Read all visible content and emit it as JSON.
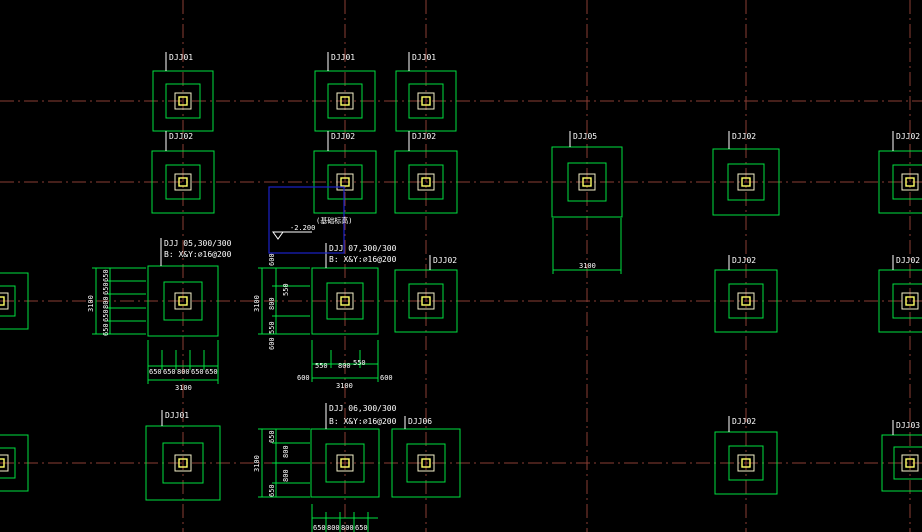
{
  "colors": {
    "background": "#000000",
    "grid": "#8a3e34",
    "outline": "#00e040",
    "column": "#f4f0c8",
    "core": "#ffff66",
    "text": "#ffffff",
    "selection": "#1a22c8"
  },
  "footings": [
    {
      "id": "f1",
      "label": "DJJ01"
    },
    {
      "id": "f2",
      "label": "DJJ01"
    },
    {
      "id": "f3",
      "label": "DJJ01"
    },
    {
      "id": "f4",
      "label": "DJJ02"
    },
    {
      "id": "f5",
      "label": "DJJ02"
    },
    {
      "id": "f6",
      "label": "DJJ02"
    },
    {
      "id": "f7",
      "label": "DJJ05"
    },
    {
      "id": "f8",
      "label": "DJJ02"
    },
    {
      "id": "f9",
      "label": "DJJ02"
    },
    {
      "id": "f10",
      "label": "DJJ 05,300/300"
    },
    {
      "id": "f11",
      "label": "DJJ 07,300/300"
    },
    {
      "id": "f12",
      "label": "DJJ02"
    },
    {
      "id": "f13",
      "label": "DJJ02"
    },
    {
      "id": "f14",
      "label": "DJJ02"
    },
    {
      "id": "f15",
      "label": "DJJ01"
    },
    {
      "id": "f16",
      "label": "DJJ 06,300/300"
    },
    {
      "id": "f17",
      "label": "DJJ06"
    },
    {
      "id": "f18",
      "label": "DJJ02"
    },
    {
      "id": "f19",
      "label": "DJJ03"
    }
  ],
  "reinforcement_notes": [
    "B: X&Y:⌀16@200",
    "B: X&Y:⌀16@200",
    "B: X&Y:⌀16@200"
  ],
  "selection_note": {
    "elevation": "-2.200",
    "caption": "(基础标高)"
  },
  "dimensions": {
    "d3100_a": "3100",
    "d3100_b": "3100",
    "d3100_c": "3100",
    "d3100_d": "3100",
    "d3100_e": "3100",
    "d3100_f": "3100",
    "d650": "650",
    "d800": "800",
    "d550": "550",
    "d600": "600"
  }
}
